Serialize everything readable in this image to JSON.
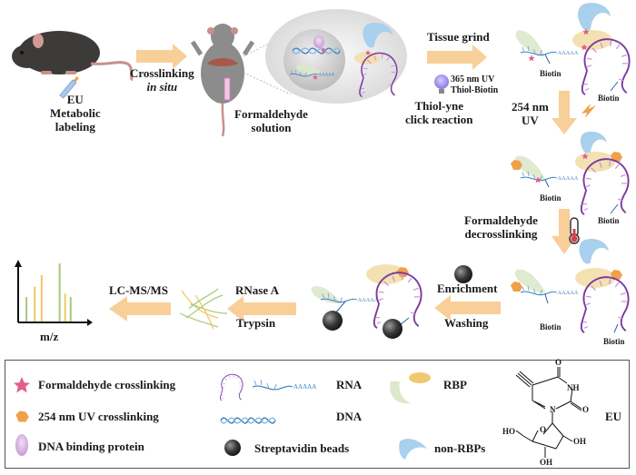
{
  "workflow": {
    "step_mouse_label": [
      "EU",
      "Metabolic",
      "labeling"
    ],
    "arrow_crosslink_label": "Crosslinking",
    "arrow_crosslink_sub": "in situ",
    "formaldehyde_label": [
      "Formaldehyde",
      "solution"
    ],
    "tissue_grind_label": "Tissue grind",
    "uv365_label": [
      "365 nm UV",
      "Thiol-Biotin"
    ],
    "click_label": [
      "Thiol-yne",
      "click reaction"
    ],
    "biotin_label": "Biotin",
    "uv254_label": [
      "254 nm",
      "UV"
    ],
    "decrosslink_label": [
      "Formaldehyde",
      "decrosslinking"
    ],
    "enrichment_label": "Enrichment",
    "washing_label": "Washing",
    "rnase_label": "RNase A",
    "trypsin_label": "Trypsin",
    "lcms_label": "LC-MS/MS",
    "mz_label": "m/z"
  },
  "legend": {
    "items": [
      {
        "icon": "star",
        "label": "Formaldehyde crosslinking"
      },
      {
        "icon": "hexagon",
        "label": "254 nm UV crosslinking"
      },
      {
        "icon": "ellipse",
        "label": "DNA binding protein"
      },
      {
        "icon": "rna",
        "label": "RNA"
      },
      {
        "icon": "dna-helix",
        "label": "DNA"
      },
      {
        "icon": "bead",
        "label": "Streptavidin beads"
      },
      {
        "icon": "rbp",
        "label": "RBP"
      },
      {
        "icon": "non-rbp",
        "label": "non-RBPs"
      },
      {
        "icon": "eu-structure",
        "label": "EU"
      }
    ],
    "eu_atoms": {
      "o_top": "O",
      "nh": "NH",
      "o_right": "O",
      "n": "N",
      "o_ring": "O",
      "ho": "HO",
      "oh_right": "OH",
      "oh_bottom": "OH"
    }
  },
  "spectrum": {
    "peaks": [
      {
        "x": 0.12,
        "h": 0.42,
        "color": "green"
      },
      {
        "x": 0.24,
        "h": 0.6,
        "color": "yellow"
      },
      {
        "x": 0.34,
        "h": 0.8,
        "color": "yellow"
      },
      {
        "x": 0.6,
        "h": 1.0,
        "color": "green"
      },
      {
        "x": 0.68,
        "h": 0.48,
        "color": "yellow"
      },
      {
        "x": 0.76,
        "h": 0.42,
        "color": "green"
      }
    ]
  },
  "colors": {
    "arrow": "#f8cf98",
    "star": "#e0608a",
    "hexagon": "#f0a04a",
    "rna": "#7a3aa0",
    "dna": "#3a7fc0",
    "rbp": "#f2deaa",
    "non_rbp": "#a9d0ec",
    "bead": "#444444",
    "peak_green": "#a8c878",
    "peak_yellow": "#f0c860"
  }
}
